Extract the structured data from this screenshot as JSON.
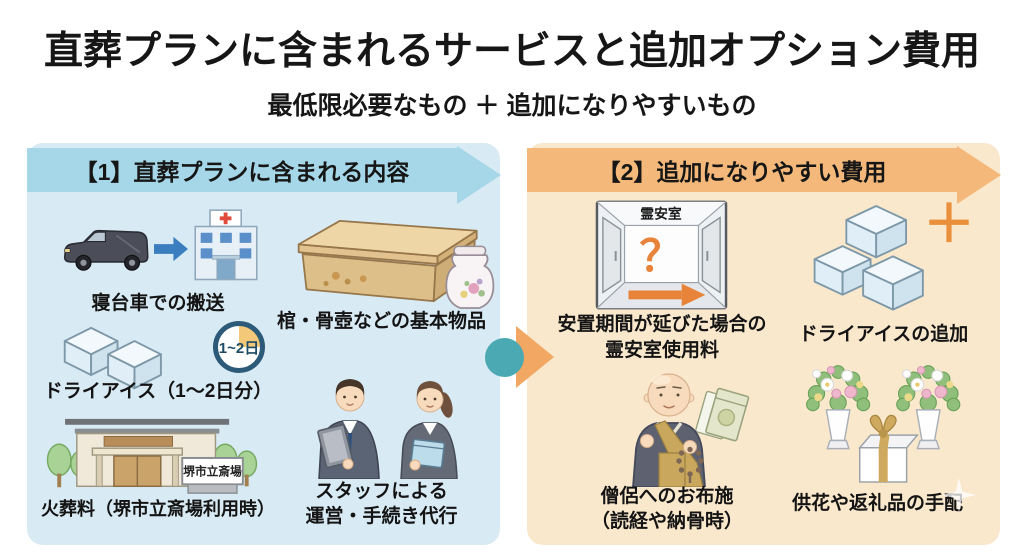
{
  "header": {
    "title": "直葬プランに含まれるサービスと追加オプション費用",
    "subtitle": "最低限必要なもの ＋ 追加になりやすいもの"
  },
  "left": {
    "banner": "【1】直葬プランに含まれる内容",
    "transport": {
      "label": "寝台車での搬送"
    },
    "basic_items": {
      "label": "棺・骨壺などの基本物品"
    },
    "dry_ice": {
      "label": "ドライアイス（1〜2日分）",
      "badge": "1~2日"
    },
    "cremation": {
      "label": "火葬料（堺市立斎場利用時）",
      "building_sign": "堺市立斎場"
    },
    "staff": {
      "label_line1": "スタッフによる",
      "label_line2": "運営・手続き代行"
    }
  },
  "right": {
    "banner": "【2】追加になりやすい費用",
    "mortuary": {
      "room_label": "霊安室",
      "question_mark": "？",
      "label_line1": "安置期間が延びた場合の",
      "label_line2": "霊安室使用料"
    },
    "dry_ice_extra": {
      "plus": "＋",
      "label": "ドライアイスの追加"
    },
    "monk_offering": {
      "label_line1": "僧侶へのお布施",
      "label_line2": "（読経や納骨時）"
    },
    "flowers_gifts": {
      "label": "供花や返礼品の手配"
    }
  },
  "colors": {
    "left_panel_bg": "#d8eaf3",
    "left_banner": "#a6d7e8",
    "right_panel_bg": "#fae8cd",
    "right_banner": "#f4b97a",
    "accent_teal": "#4aa9b2",
    "accent_orange": "#ea8f3c",
    "arrow_blue": "#3b7ec0",
    "text": "#161616"
  }
}
